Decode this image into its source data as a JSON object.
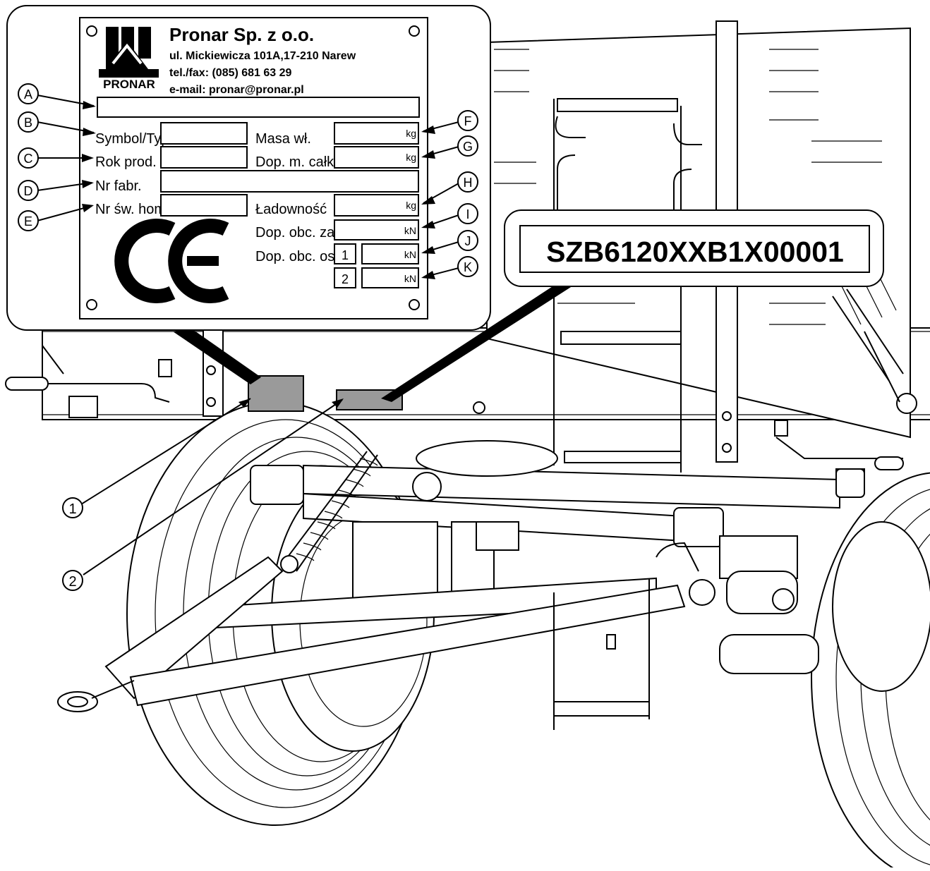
{
  "plate": {
    "company": "Pronar Sp. z o.o.",
    "address": "ul. Mickiewicza 101A,17-210 Narew",
    "phone": "tel./fax: (085) 681 63 29",
    "email": "e-mail: pronar@pronar.pl",
    "logo_text": "PRONAR",
    "ce_mark": "CE",
    "fields": {
      "symbol_typ": "Symbol/Typ",
      "rok_prod": "Rok prod.",
      "nr_fabr": "Nr fabr.",
      "nr_sw_hom": "Nr św. hom.",
      "masa_wl": "Masa wł.",
      "dop_m_calk": "Dop. m. całk.",
      "ladownosc": "Ładowność",
      "dop_obc_zacz": "Dop. obc. zacz",
      "dop_obc_osi": "Dop. obc. osi",
      "axle_1": "1",
      "axle_2": "2"
    },
    "units": {
      "kg1": "kg",
      "kg2": "kg",
      "kg3": "kg",
      "kn1": "kN",
      "kn2": "kN",
      "kn3": "kN"
    }
  },
  "callouts": {
    "A": "A",
    "B": "B",
    "C": "C",
    "D": "D",
    "E": "E",
    "F": "F",
    "G": "G",
    "H": "H",
    "I": "I",
    "J": "J",
    "K": "K"
  },
  "serial": "SZB6120XXB1X00001",
  "markers": {
    "m1": "1",
    "m2": "2"
  },
  "colors": {
    "line": "#000000",
    "plate_fill": "#ffffff",
    "sticker_fill": "#9a9a9a"
  }
}
